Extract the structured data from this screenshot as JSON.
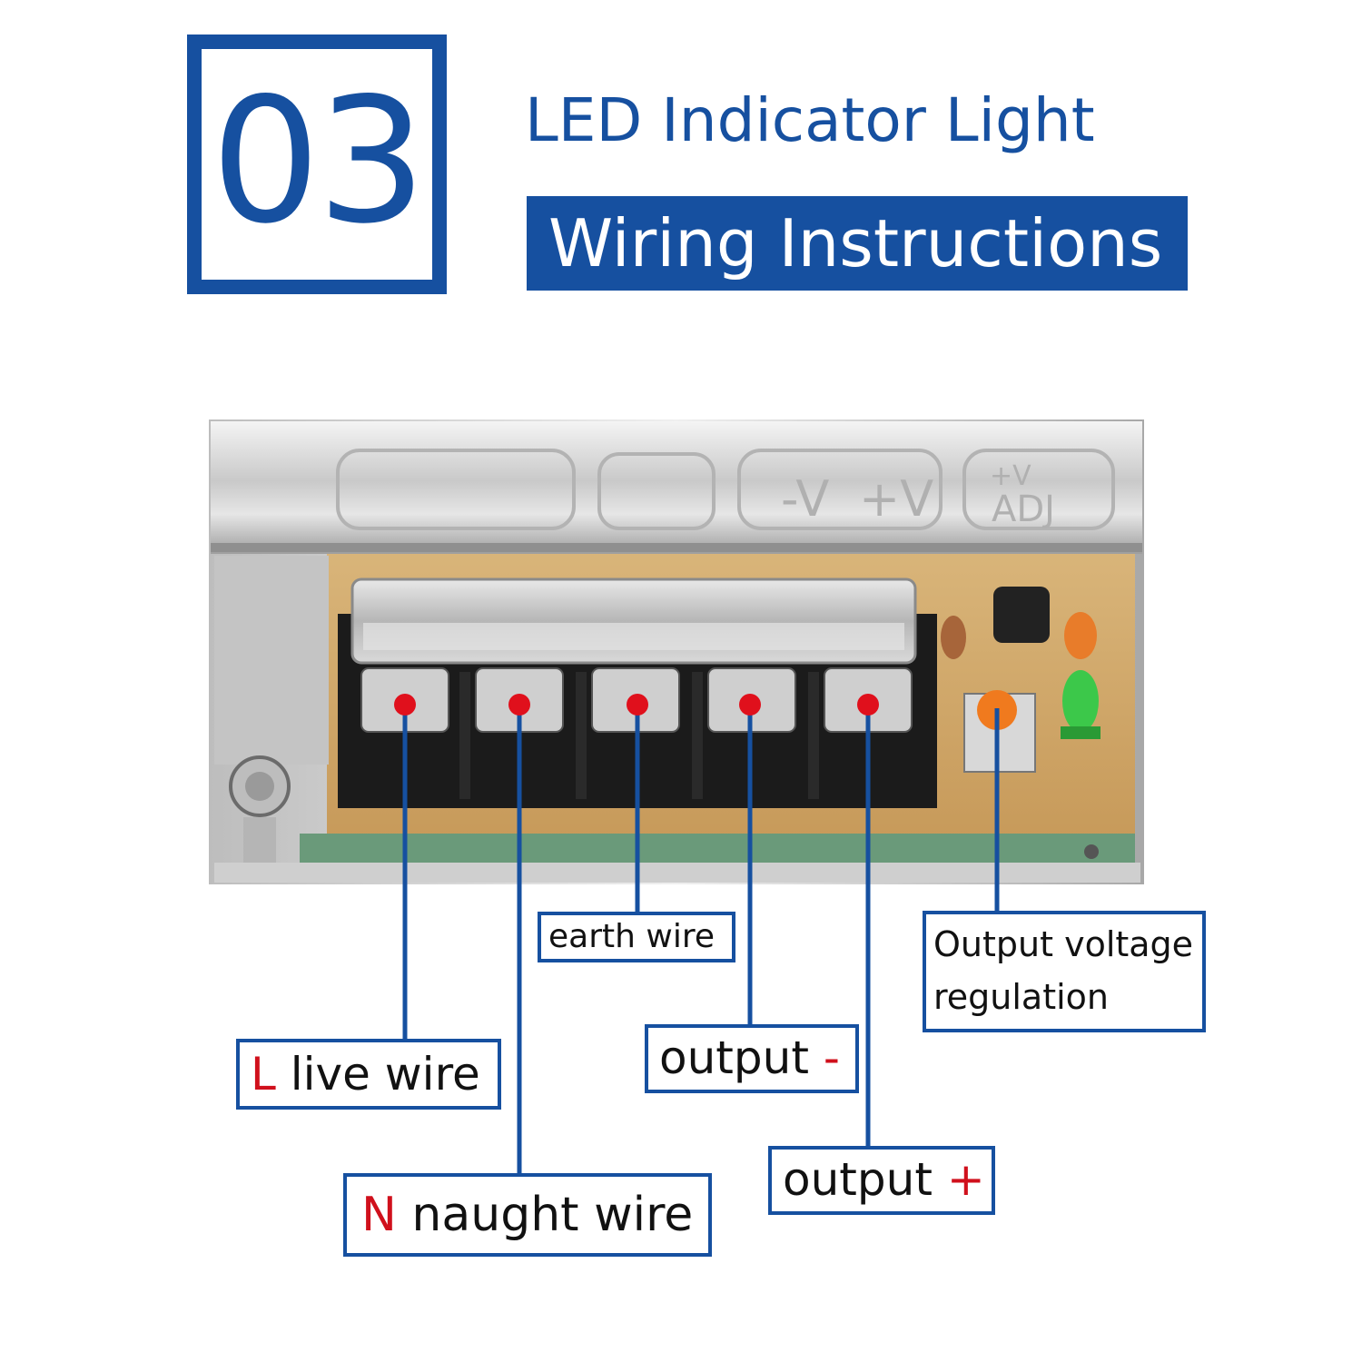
{
  "header": {
    "number": "03",
    "title": "LED Indicator Light",
    "subtitle": "Wiring Instructions"
  },
  "device": {
    "cover_markings": [
      "-V",
      "+V",
      "+V",
      "ADJ"
    ],
    "connector_dots": 5
  },
  "labels": {
    "earth": "earth wire",
    "output_voltage": "Output voltage regulation",
    "live_letter": "L",
    "live_text": " live wire",
    "naught_letter": "N",
    "naught_text": " naught wire",
    "output_minus_text": "output ",
    "output_minus_sign": "-",
    "output_plus_text": "output ",
    "output_plus_sign": "+"
  },
  "colors": {
    "brand_blue": "#1650a0",
    "dot_red": "#e0101c",
    "sign_red": "#d0101c",
    "led_green": "#3cc84a",
    "pot_orange": "#f07a1e"
  }
}
